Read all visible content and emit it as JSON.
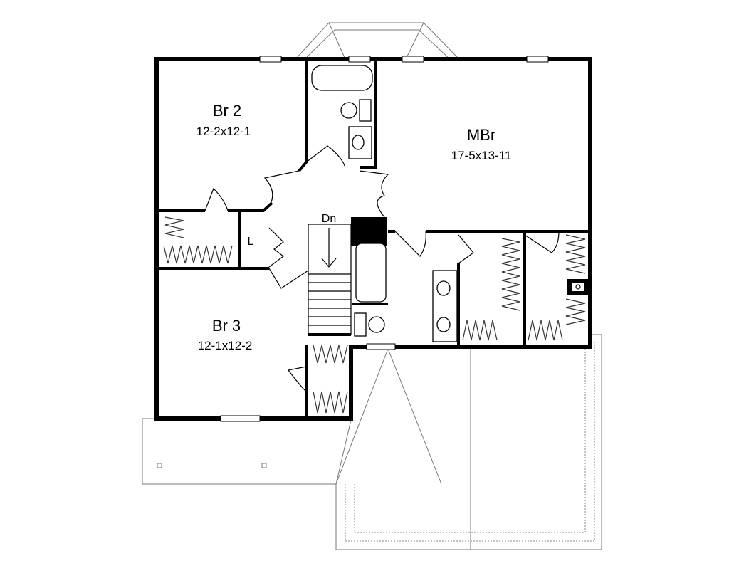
{
  "rooms": {
    "br2": {
      "name": "Br 2",
      "size": "12-2x12-1"
    },
    "mbr": {
      "name": "MBr",
      "size": "17-5x13-11"
    },
    "br3": {
      "name": "Br 3",
      "size": "12-1x12-2"
    },
    "linen": {
      "name": "L"
    },
    "stairs": {
      "label": "Dn"
    }
  }
}
